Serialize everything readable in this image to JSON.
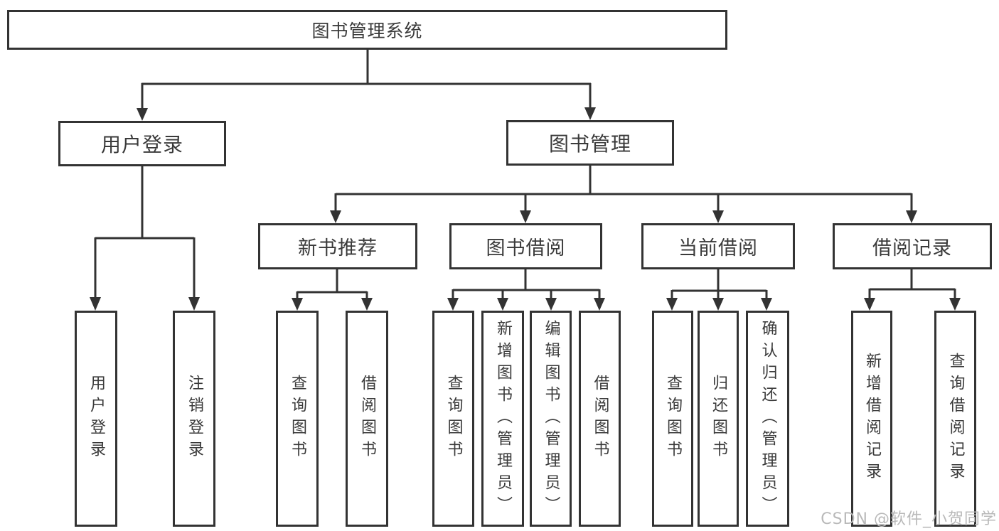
{
  "nodes": {
    "root": "图书管理系统",
    "user_login": "用户登录",
    "book_management": "图书管理",
    "login_leaf": "用户登录",
    "logout_leaf": "注销登录",
    "new_book": "新书推荐",
    "book_borrow": "图书借阅",
    "current_borrow": "当前借阅",
    "borrow_record": "借阅记录",
    "nb_query": "查询图书",
    "nb_borrow": "借阅图书",
    "bb_query": "查询图书",
    "bb_add": "新增图书（管理员）",
    "bb_edit": "编辑图书（管理员）",
    "bb_borrow": "借阅图书",
    "cb_query": "查询图书",
    "cb_return": "归还图书",
    "cb_confirm": "确认归还（管理员）",
    "br_add": "新增借阅记录",
    "br_query": "查询借阅记录"
  },
  "watermark": {
    "text": "CSDN @软件_小贺同学",
    "color": "#b9b9b9"
  },
  "colors": {
    "line": "#333333",
    "text": "#3a3a3a",
    "background": "#ffffff"
  }
}
